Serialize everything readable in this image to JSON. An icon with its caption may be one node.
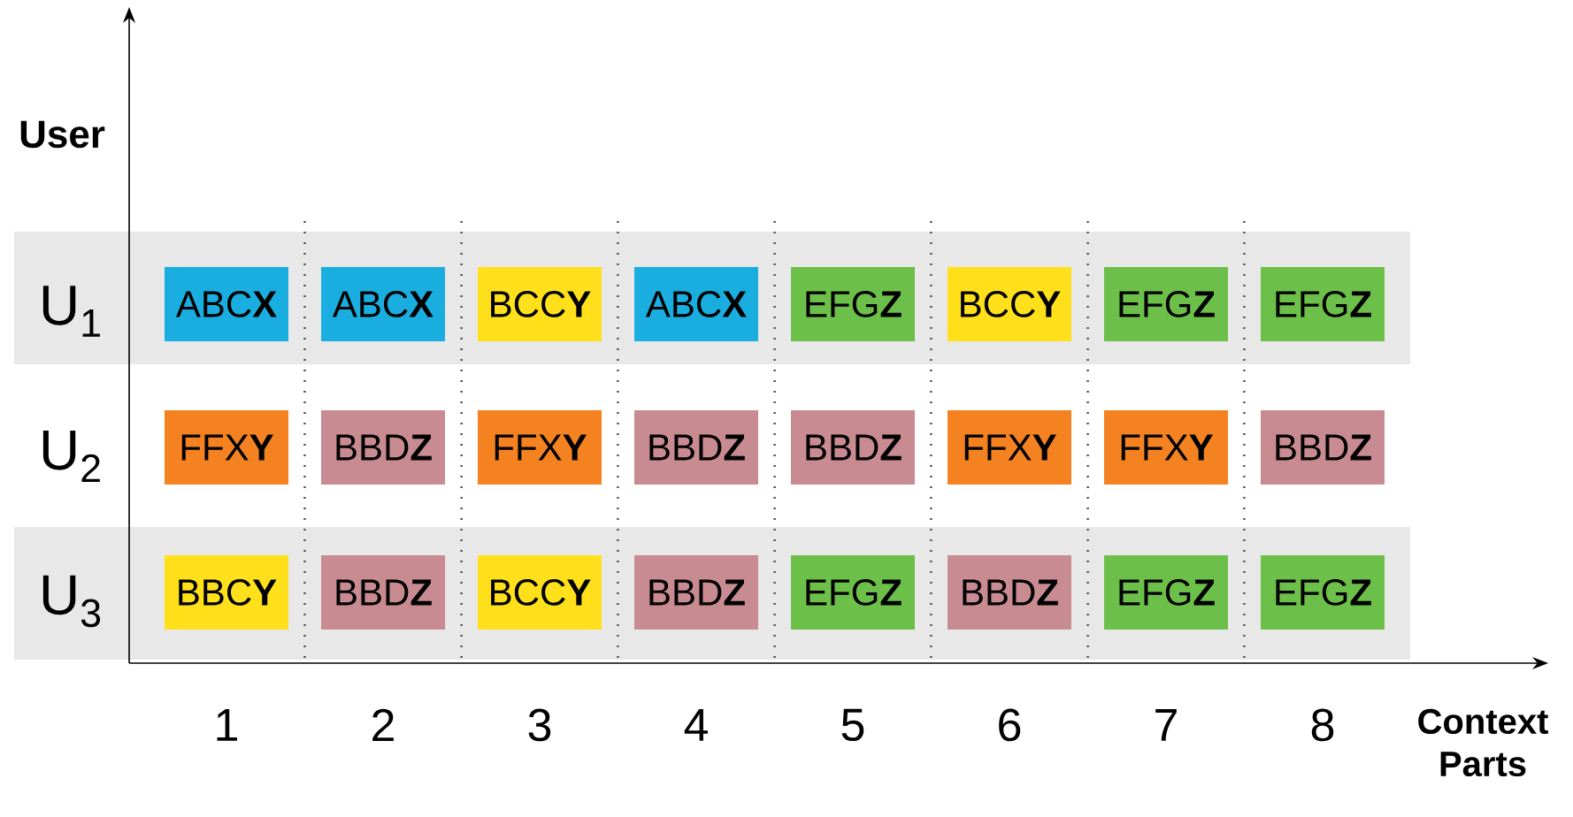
{
  "diagram": {
    "nodes": [
      {
        "text": [
          "ABC**X**"
        ]
      },
      {
        "text": [
          "ABC**X**"
        ]
      },
      {
        "text": [
          "BCC**Y**"
        ]
      },
      {
        "text": [
          "ABC**X**"
        ]
      },
      {
        "text": [
          "EFG**Z**"
        ]
      },
      {
        "text": [
          "BCC**Y**"
        ]
      },
      {
        "text": [
          "EFG**Z**"
        ]
      },
      {
        "text": [
          "EFG**Z**"
        ]
      },
      {
        "text": [
          "FFX**Y**"
        ]
      },
      {
        "text": [
          "BBD**Z**"
        ]
      },
      {
        "text": [
          "FFX**Y**"
        ]
      },
      {
        "text": [
          "BBD**Z**"
        ]
      },
      {
        "text": [
          "BBD**Z**"
        ]
      },
      {
        "text": [
          "FFX**Y**"
        ]
      },
      {
        "text": [
          "FFX**Y**"
        ]
      },
      {
        "text": [
          "BBD**Z**"
        ]
      },
      {
        "text": [
          "BBC**Y**"
        ]
      },
      {
        "text": [
          "BBD**Z**"
        ]
      },
      {
        "text": [
          "BCC**Y**"
        ]
      },
      {
        "text": [
          "BBD**Z**"
        ]
      },
      {
        "text": [
          "EFG**Z**"
        ]
      },
      {
        "text": [
          "BBD**Z**"
        ]
      },
      {
        "text": [
          "EFG**Z**"
        ]
      },
      {
        "text": [
          "EFG**Z**"
        ]
      }
    ],
    "labels": [
      "User",
      "U$_{1}$",
      "U$_{2}$",
      "U$_{3}$",
      "1",
      "2",
      "3",
      "4",
      "5",
      "6",
      "7",
      "8",
      "Context Parts"
    ]
  }
}
